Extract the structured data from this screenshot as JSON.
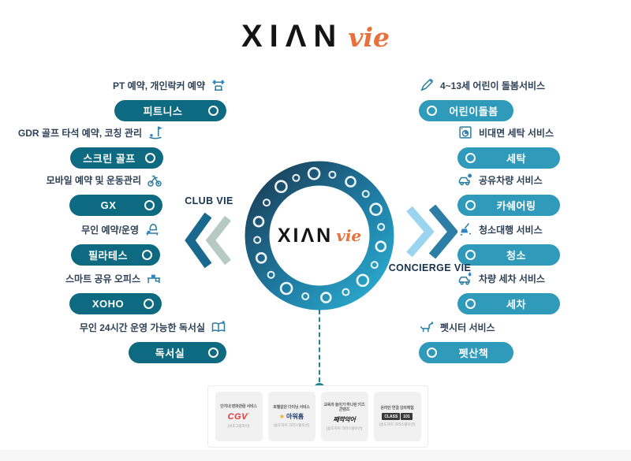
{
  "brand": {
    "name": "XIAN",
    "display": "XIΛN",
    "suffix": "vie"
  },
  "center": {
    "display": "XIΛN",
    "suffix": "vie"
  },
  "left_group": {
    "label": "CLUB VIE",
    "items": [
      {
        "desc": "PT 예약, 개인락커 예약",
        "icon": "fitness-icon",
        "button": "피트니스"
      },
      {
        "desc": "GDR 골프 타석 예약, 코칭 관리",
        "icon": "golf-icon",
        "button": "스크린 골프"
      },
      {
        "desc": "모바일 예약 및 운동관리",
        "icon": "spin-bike-icon",
        "button": "GX"
      },
      {
        "desc": "무인 예약/운영",
        "icon": "pilates-icon",
        "button": "필라테스"
      },
      {
        "desc": "스마트 공유 오피스",
        "icon": "office-desk-icon",
        "button": "XOHO"
      },
      {
        "desc": "무인 24시간 운영 가능한 독서실",
        "icon": "study-room-icon",
        "button": "독서실"
      }
    ]
  },
  "right_group": {
    "label": "CONCIERGE VIE",
    "items": [
      {
        "desc": "4~13세 어린이 돌봄서비스",
        "icon": "pencil-icon",
        "button": "어린이돌봄"
      },
      {
        "desc": "비대면 세탁 서비스",
        "icon": "washing-machine-icon",
        "button": "세탁"
      },
      {
        "desc": "공유차량 서비스",
        "icon": "car-share-icon",
        "button": "카쉐어링"
      },
      {
        "desc": "청소대행 서비스",
        "icon": "cleaning-icon",
        "button": "청소"
      },
      {
        "desc": "차량 세차 서비스",
        "icon": "car-wash-icon",
        "button": "세차"
      },
      {
        "desc": "펫시터 서비스",
        "icon": "dog-icon",
        "button": "펫산책"
      }
    ]
  },
  "partners": {
    "items": [
      {
        "service": "단지내 영화관람 서비스",
        "logo": "CGV",
        "location": "(서초그랑자이)"
      },
      {
        "service": "호텔같은 다이닝 서비스",
        "logo": "아워홈",
        "star": "★",
        "location": "(송도자이 크리스탈오션)"
      },
      {
        "service": "교육과 놀이가 하나된 키즈콘텐츠",
        "logo": "째깍악어",
        "location": "(송도자이 크리스탈오션)"
      },
      {
        "service": "온라인 연결 강의체험",
        "logo": "CLASS 101",
        "logo_parts": [
          "CLASS",
          "101"
        ],
        "location": "(송도자이 크리스탈오션)"
      }
    ]
  },
  "colors": {
    "left_pill": "#0e6a80",
    "right_pill": "#2f9ab9",
    "accent_orange": "#e8703a",
    "chev_dark_left": "#19698f",
    "chev_light_left": "#b7c9c3",
    "chev_light_right": "#9bd4ef",
    "chev_dark_right": "#2d7ea6",
    "ring_gradient_start": "#1a3f58",
    "ring_gradient_end": "#2baccf",
    "dash_teal": "#1f8391"
  }
}
